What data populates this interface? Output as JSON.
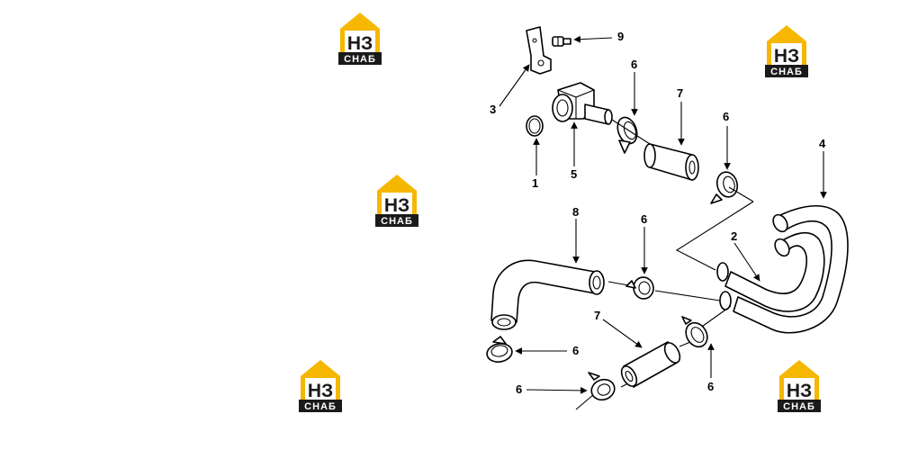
{
  "logo": {
    "letters": "НЗ",
    "subtitle": "СНАБ",
    "colors": {
      "roof": "#f5b700",
      "letters": "#1a1a1a",
      "bar": "#1a1a1a",
      "bar_text": "#ffffff"
    }
  },
  "callouts": {
    "c1": "1",
    "c2": "2",
    "c3": "3",
    "c4": "4",
    "c5": "5",
    "c6a": "6",
    "c6b": "6",
    "c6c": "6",
    "c6d": "6",
    "c6e": "6",
    "c6f": "6",
    "c7a": "7",
    "c7b": "7",
    "c8": "8",
    "c9": "9"
  }
}
